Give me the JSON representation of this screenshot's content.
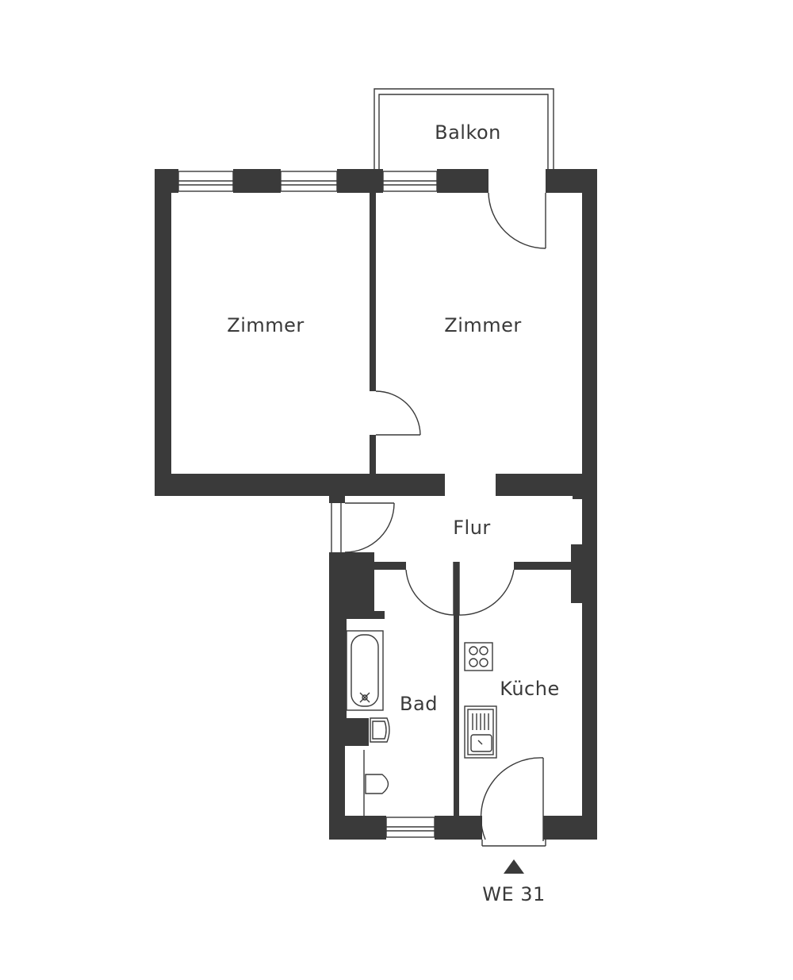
{
  "rooms": {
    "balkon": "Balkon",
    "zimmer_left": "Zimmer",
    "zimmer_right": "Zimmer",
    "flur": "Flur",
    "bad": "Bad",
    "kueche": "Küche"
  },
  "entrance": {
    "unit_label": "WE 31"
  },
  "colors": {
    "wall": "#3a3a3a",
    "background": "#ffffff"
  }
}
